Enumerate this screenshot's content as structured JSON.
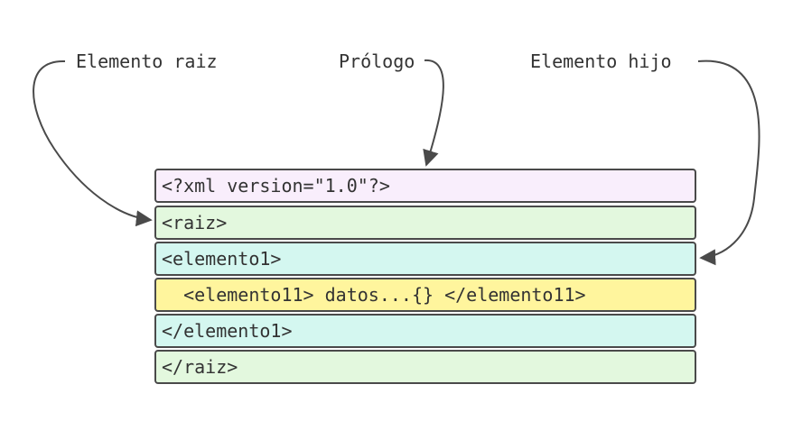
{
  "labels": {
    "root_element": "Elemento raiz",
    "prologue": "Prólogo",
    "child_element": "Elemento hijo"
  },
  "rows": [
    {
      "text": "<?xml version=\"1.0\"?>",
      "color": "#f9eefc"
    },
    {
      "text": "<raiz>",
      "color": "#e3f8de"
    },
    {
      "text": "<elemento1>",
      "color": "#d4f7f0"
    },
    {
      "text": "  <elemento11> datos...{} </elemento11>",
      "color": "#fff59d"
    },
    {
      "text": "</elemento1>",
      "color": "#d4f7f0"
    },
    {
      "text": "</raiz>",
      "color": "#e3f8de"
    }
  ],
  "colors": {
    "border": "#4a4a4a",
    "arrow": "#4a4a4a",
    "text": "#333333"
  }
}
